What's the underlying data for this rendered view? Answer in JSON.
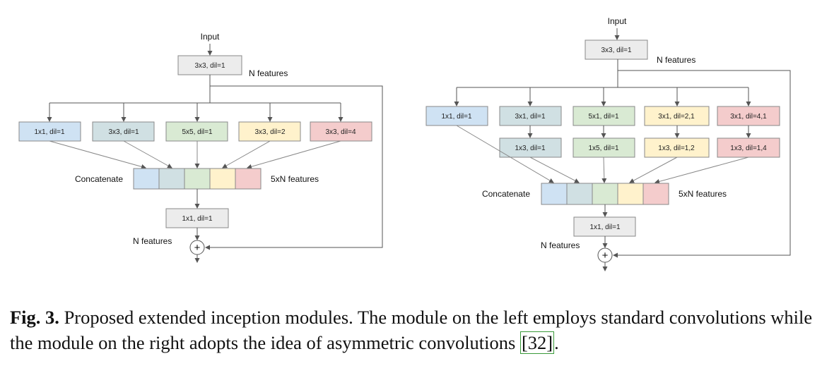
{
  "colors": {
    "gray": "#ececec",
    "blue": "#cfe2f3",
    "teal": "#d0e0e3",
    "green": "#d9ead3",
    "yellow": "#fff2cc",
    "red": "#f4cccc",
    "stroke": "#888888",
    "line": "#555555",
    "cite_box": "#3a9a3a"
  },
  "left": {
    "input_label": "Input",
    "top_box": "3x3, dil=1",
    "top_features": "N features",
    "branches": [
      "1x1, dil=1",
      "3x3, dil=1",
      "5x5, dil=1",
      "3x3, dil=2",
      "3x3, dil=4"
    ],
    "concat_label": "Concatenate",
    "concat_features": "5xN features",
    "bottom_box": "1x1, dil=1",
    "bottom_features": "N features",
    "plus": "+"
  },
  "right": {
    "input_label": "Input",
    "top_box": "3x3, dil=1",
    "top_features": "N features",
    "branches_row1": [
      "1x1, dil=1",
      "3x1, dil=1",
      "5x1, dil=1",
      "3x1, dil=2,1",
      "3x1, dil=4,1"
    ],
    "branches_row2": [
      "1x3, dil=1",
      "1x5, dil=1",
      "1x3, dil=1,2",
      "1x3, dil=1,4"
    ],
    "concat_label": "Concatenate",
    "concat_features": "5xN features",
    "bottom_box": "1x1, dil=1",
    "bottom_features": "N features",
    "plus": "+"
  },
  "caption": {
    "label": "Fig. 3.",
    "text": "Proposed extended inception modules. The module on the left employs standard convolutions while the module on the right adopts the idea of asymmetric convolutions",
    "citation": "[32]",
    "end": "."
  }
}
